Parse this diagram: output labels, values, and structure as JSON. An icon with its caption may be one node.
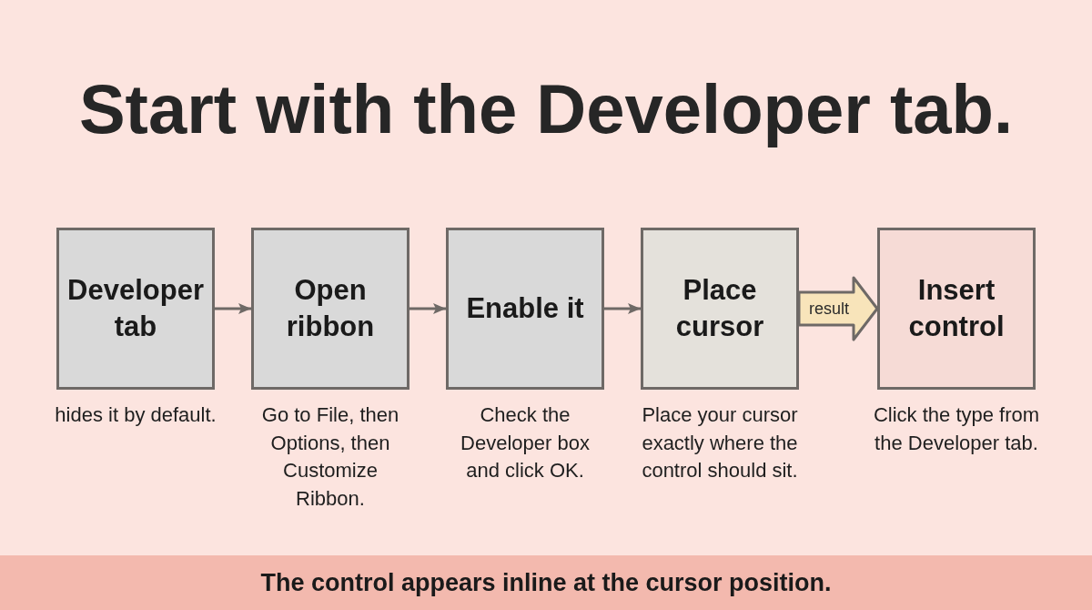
{
  "diagram": {
    "title": "Start with the Developer tab.",
    "nodes": [
      {
        "text": [
          "Developer tab"
        ],
        "beside": [
          "hides it by default."
        ]
      },
      {
        "text": [
          "Open ribbon"
        ],
        "beside": [
          "Go to File, then Options, then Customize Ribbon."
        ]
      },
      {
        "text": [
          "Enable it"
        ],
        "beside": [
          "Check the Developer box and click OK."
        ]
      },
      {
        "text": [
          "Place cursor"
        ],
        "beside": [
          "Place your cursor exactly where the control should sit."
        ]
      },
      {
        "text": [
          "Insert control"
        ],
        "beside": [
          "Click the type from the Developer tab."
        ]
      },
      {
        "text": [
          "The control appears inline at the cursor position."
        ]
      }
    ],
    "edges": [
      {
        "from": 0,
        "to": 1,
        "arrow": "to"
      },
      {
        "from": 1,
        "to": 2,
        "arrow": "to"
      },
      {
        "from": 2,
        "to": 3,
        "arrow": "to"
      },
      {
        "from": 3,
        "to": 4,
        "arrow": "to",
        "label": "result",
        "style": "thick",
        "color": "#f8e4ba"
      }
    ]
  }
}
